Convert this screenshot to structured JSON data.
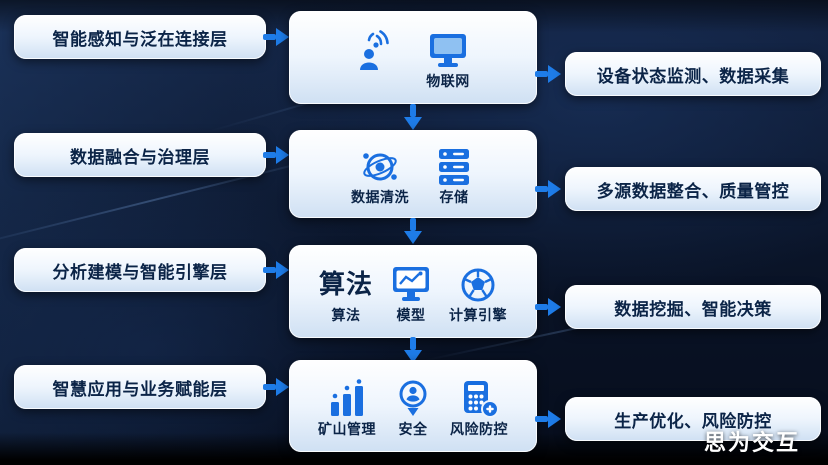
{
  "watermark": "思为交互",
  "colors": {
    "accent": "#1e7ce8",
    "icon_blue": "#1a6fe0",
    "box_text": "#0b2447",
    "background": "#0a1428"
  },
  "rows": [
    {
      "layer": "智能感知与泛在连接层",
      "center": {
        "items": [
          {
            "icon": "iot-beacon-icon",
            "label": ""
          },
          {
            "icon": "monitor-icon",
            "label": "物联网"
          }
        ]
      },
      "result": "设备状态监测、数据采集"
    },
    {
      "layer": "数据融合与治理层",
      "center": {
        "items": [
          {
            "icon": "data-clean-icon",
            "label": "数据清洗"
          },
          {
            "icon": "storage-server-icon",
            "label": "存储"
          }
        ]
      },
      "result": "多源数据整合、质量管控"
    },
    {
      "layer": "分析建模与智能引擎层",
      "center": {
        "items": [
          {
            "icon": "algorithm-text",
            "text": "算法",
            "label": "算法"
          },
          {
            "icon": "model-monitor-icon",
            "label": "模型"
          },
          {
            "icon": "compute-engine-icon",
            "label": "计算引擎"
          }
        ]
      },
      "result": "数据挖掘、智能决策"
    },
    {
      "layer": "智慧应用与业务赋能层",
      "center": {
        "items": [
          {
            "icon": "bar-chart-icon",
            "label": "矿山管理"
          },
          {
            "icon": "safety-pin-icon",
            "label": "安全"
          },
          {
            "icon": "risk-control-icon",
            "label": "风险防控"
          }
        ]
      },
      "result": "生产优化、风险防控"
    }
  ]
}
